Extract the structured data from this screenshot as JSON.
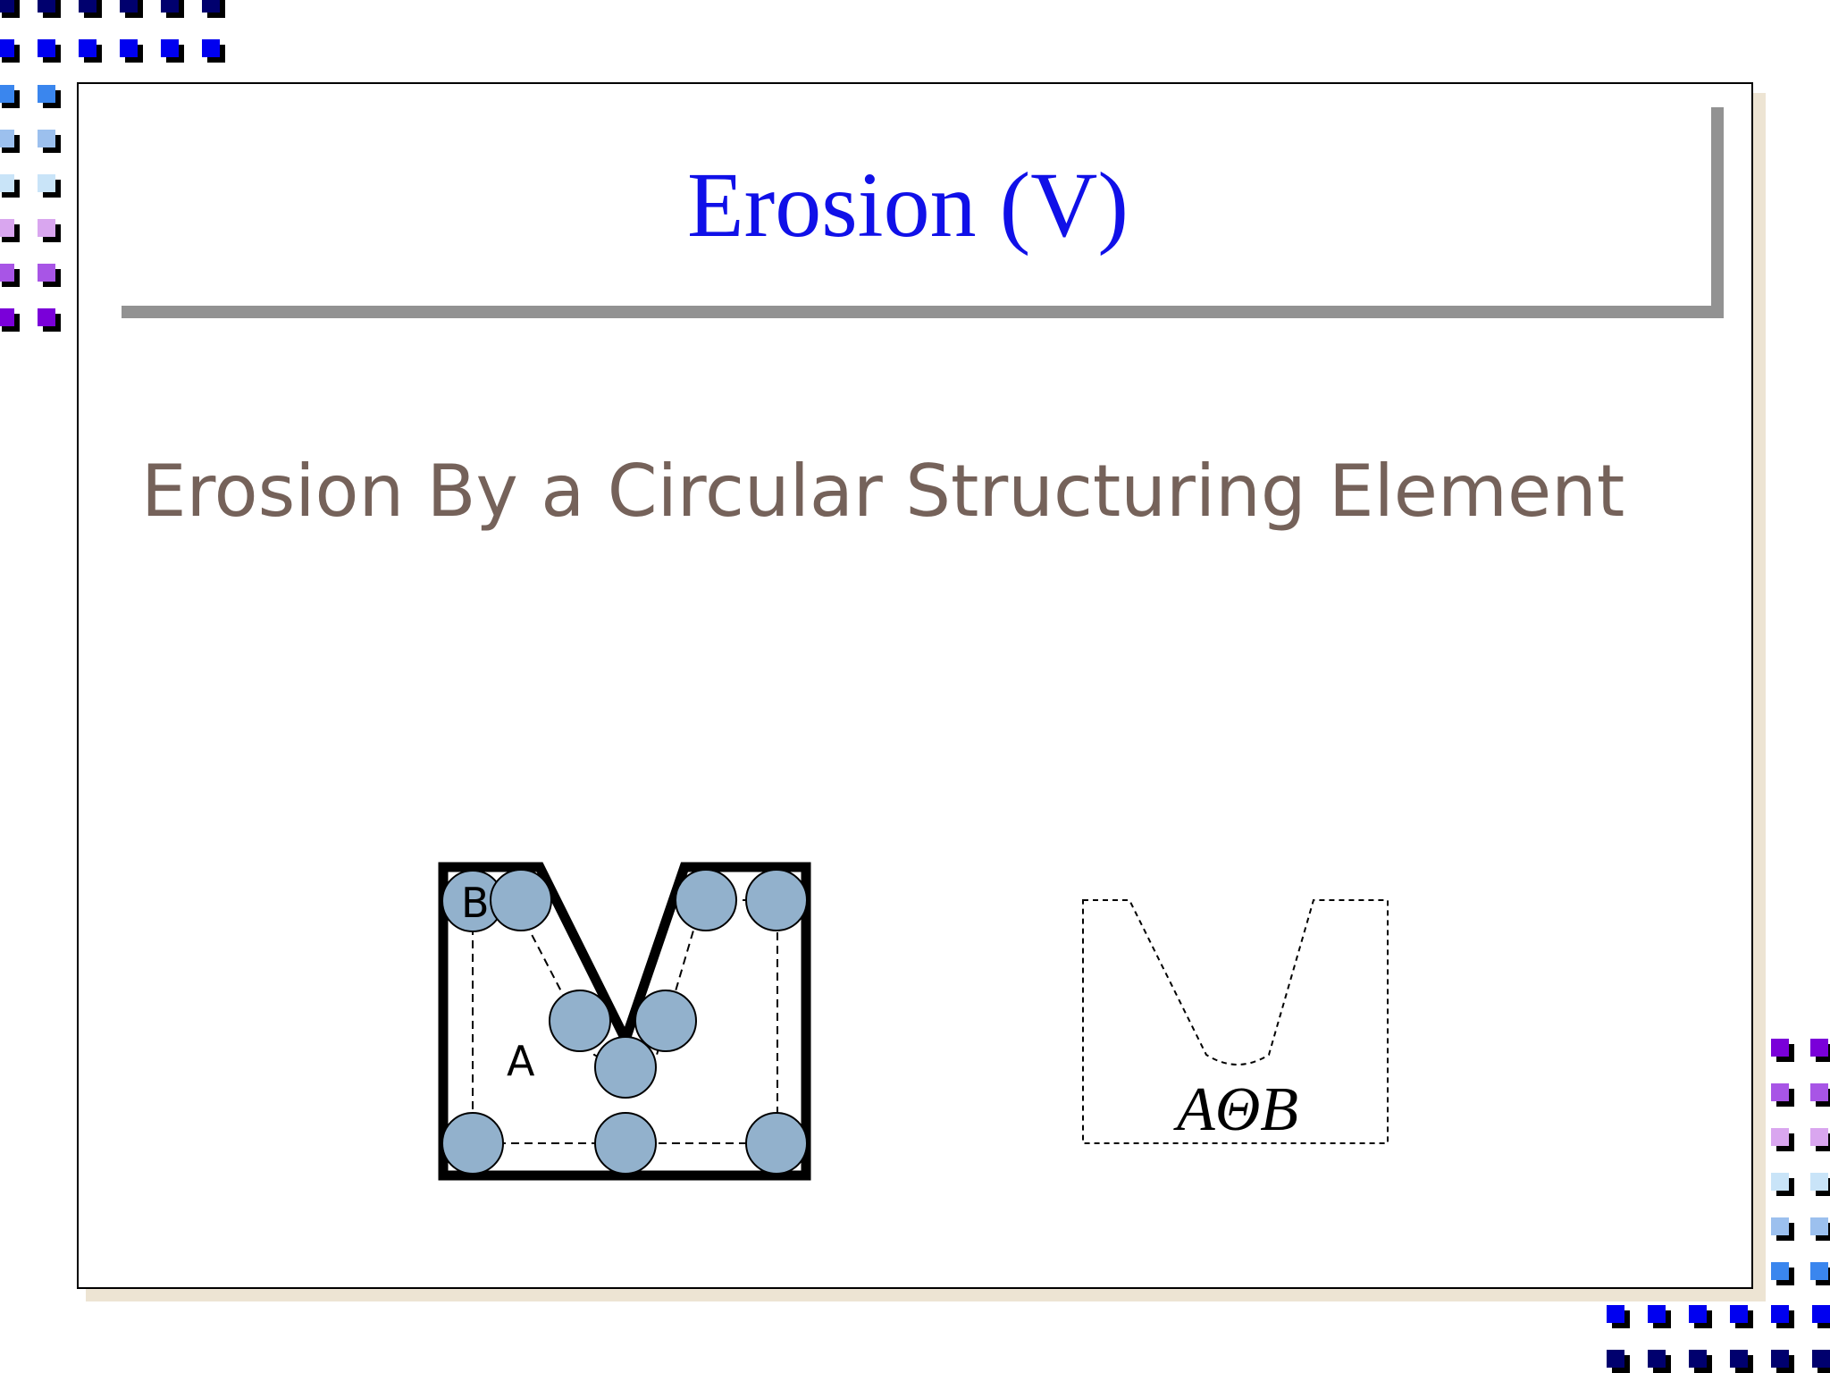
{
  "slide": {
    "title": "Erosion (V)",
    "subtitle": "Erosion By a Circular Structuring Element"
  },
  "diagram": {
    "label_structuring_element": "B",
    "label_set": "A",
    "result_label": "AΘB"
  },
  "colors": {
    "title": "#1010e8",
    "subtitle": "#75625a",
    "rule": "#929292",
    "disk_fill": "#92b1cc",
    "outline": "#000000",
    "deco_dark": "#00006e",
    "deco_blue": "#0000f0",
    "deco_mid_blue": "#3a86ee",
    "deco_light_blue": "#9cc0ee",
    "deco_pale_blue": "#c9e4f8",
    "deco_pale_purple": "#d9a6ef",
    "deco_purple": "#a855e6",
    "deco_violet": "#7a00d9"
  }
}
